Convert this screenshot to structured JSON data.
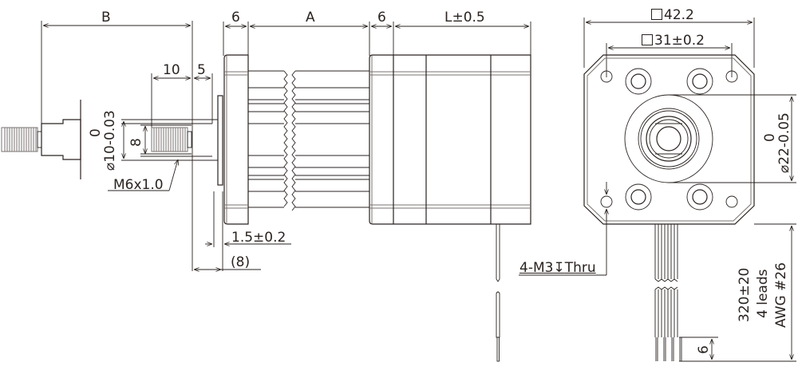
{
  "drawing": {
    "title": "NEMA 17 linear stepper motor dimension drawing",
    "views": [
      "lead-screw end view",
      "side view",
      "front flange view"
    ],
    "dimensions": {
      "B": "B",
      "A": "A",
      "flange_left": "6",
      "flange_right": "6",
      "body_length": "L±0.5",
      "thread_length": "10",
      "shoulder": "5",
      "boss_diameter_upper": "0",
      "boss_diameter_lower": "⌀10-0.03",
      "thread_dia": "8",
      "thread_spec": "M6x1.0",
      "boss_height": "1.5±0.2",
      "offset": "(8)",
      "square_outer_value": "42.2",
      "square_inner_value": "31±0.2",
      "pilot_upper": "0",
      "pilot_lower": "⌀22-0.05",
      "mount_holes": "4-M3",
      "mount_depth_symbol": "↧",
      "mount_holes_suffix": "Thru",
      "lead_length": "320±20",
      "lead_count": "4 leads",
      "lead_gauge": "AWG #26",
      "strip_length": "6"
    },
    "colors": {
      "line": "#2a2320",
      "secondary": "#7a7370",
      "background": "#ffffff"
    }
  }
}
